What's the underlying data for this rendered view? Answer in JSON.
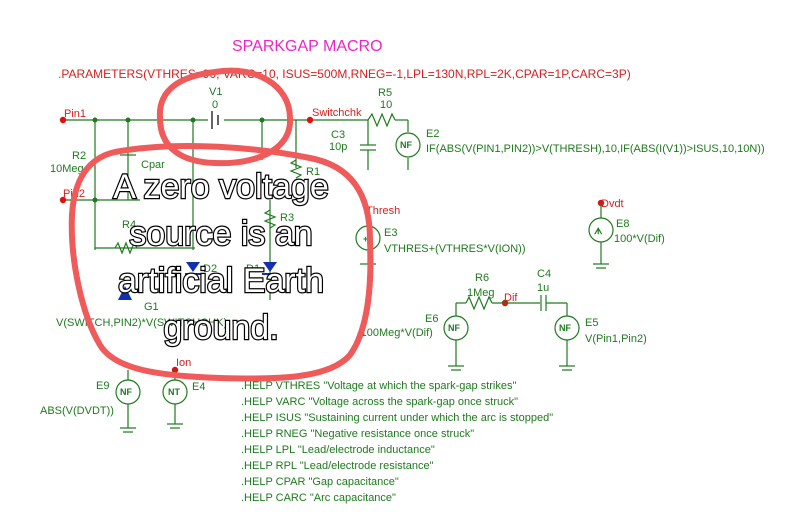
{
  "title": "SPARKGAP MACRO",
  "parameters": ".PARAMETERS(VTHRES=90, VARC=10, ISUS=500M,RNEG=-1,LPL=130N,RPL=2K,CPAR=1P,CARC=3P)",
  "nets": {
    "pin1": "Pin1",
    "pin2": "Pin2",
    "switchchk": "Switchchk",
    "thresh": "Thresh",
    "dvdt": "Dvdt",
    "dif": "Dif",
    "ion": "Ion"
  },
  "components": {
    "v1_name": "V1",
    "v1_value": "0",
    "r5_name": "R5",
    "r5_value": "10",
    "c3_name": "C3",
    "c3_value": "10p",
    "e2_name": "E2",
    "e2_expr": "IF(ABS(V(PIN1,PIN2))>V(THRESH),10,IF(ABS(I(V1))>ISUS,10,10N))",
    "r2_name": "R2",
    "r2_value": "10Meg",
    "cpar_name": "Cpar",
    "r1_name": "R1",
    "r3_name": "R3",
    "r4_name": "R4",
    "e3_name": "E3",
    "e3_expr": "VTHRES+(VTHRES*V(ION))",
    "e8_name": "E8",
    "e8_expr": "100*V(Dif)",
    "d2_name": "D2",
    "d1_name": "D1",
    "g1_name": "G1",
    "g1_expr": "V(SWITCH,PIN2)*V(SWITCHCHK)",
    "r6_name": "R6",
    "r6_value": "1Meg",
    "c4_name": "C4",
    "c4_value": "1u",
    "e6_name": "E6",
    "e6_expr": "-100Meg*V(Dif)",
    "e5_name": "E5",
    "e5_expr": "V(Pin1,Pin2)",
    "e9_name": "E9",
    "e9_expr": "ABS(V(DVDT))",
    "e4_name": "E4",
    "src_nf": "NF",
    "src_nt": "NT"
  },
  "help_lines": [
    ".HELP VTHRES \"Voltage at which the spark-gap strikes\"",
    ".HELP VARC \"Voltage across the spark-gap once struck\"",
    ".HELP ISUS \"Sustaining current under which the arc is stopped\"",
    ".HELP RNEG \"Negative resistance once struck\"",
    ".HELP LPL \"Lead/electrode inductance\"",
    ".HELP RPL \"Lead/electrode resistance\"",
    ".HELP CPAR \"Gap capacitance\"",
    ".HELP CARC \"Arc capacitance\""
  ],
  "annotation": {
    "lines": [
      "A zero voltage",
      "source is an",
      "artificial Earth",
      "ground."
    ]
  },
  "colors": {
    "wire": "#1f7a1f",
    "net_label": "#d42020",
    "title": "#ee22cc",
    "highlight": "#ef5a5a"
  }
}
